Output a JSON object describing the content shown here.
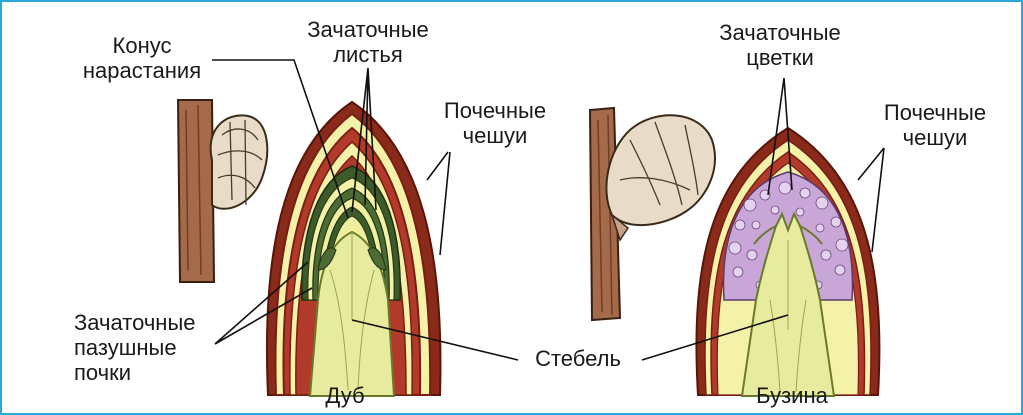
{
  "border_color": "#2aa8dc",
  "colors": {
    "scale_dark": "#7a1e12",
    "scale_red": "#b23a2a",
    "yellow": "#f4f2a8",
    "stem": "#e6eb9e",
    "stem_line": "#6b7a2a",
    "leaf_green": "#3d5a2a",
    "flower_purple": "#c9a6d8",
    "bark": "#a56a4a",
    "bud_beige": "#e8dcc8"
  },
  "labels": {
    "konus": "Конус\nнарастания",
    "zach_listya": "Зачаточные\nлистья",
    "poch_cheshui_left": "Почечные\nчешуи",
    "zach_pazush": "Зачаточные\nпазушные\nпочки",
    "dub": "Дуб",
    "zach_tsvetki": "Зачаточные\nцветки",
    "poch_cheshui_right": "Почечные\nчешуи",
    "stebel": "Стебель",
    "buzina": "Бузина"
  }
}
